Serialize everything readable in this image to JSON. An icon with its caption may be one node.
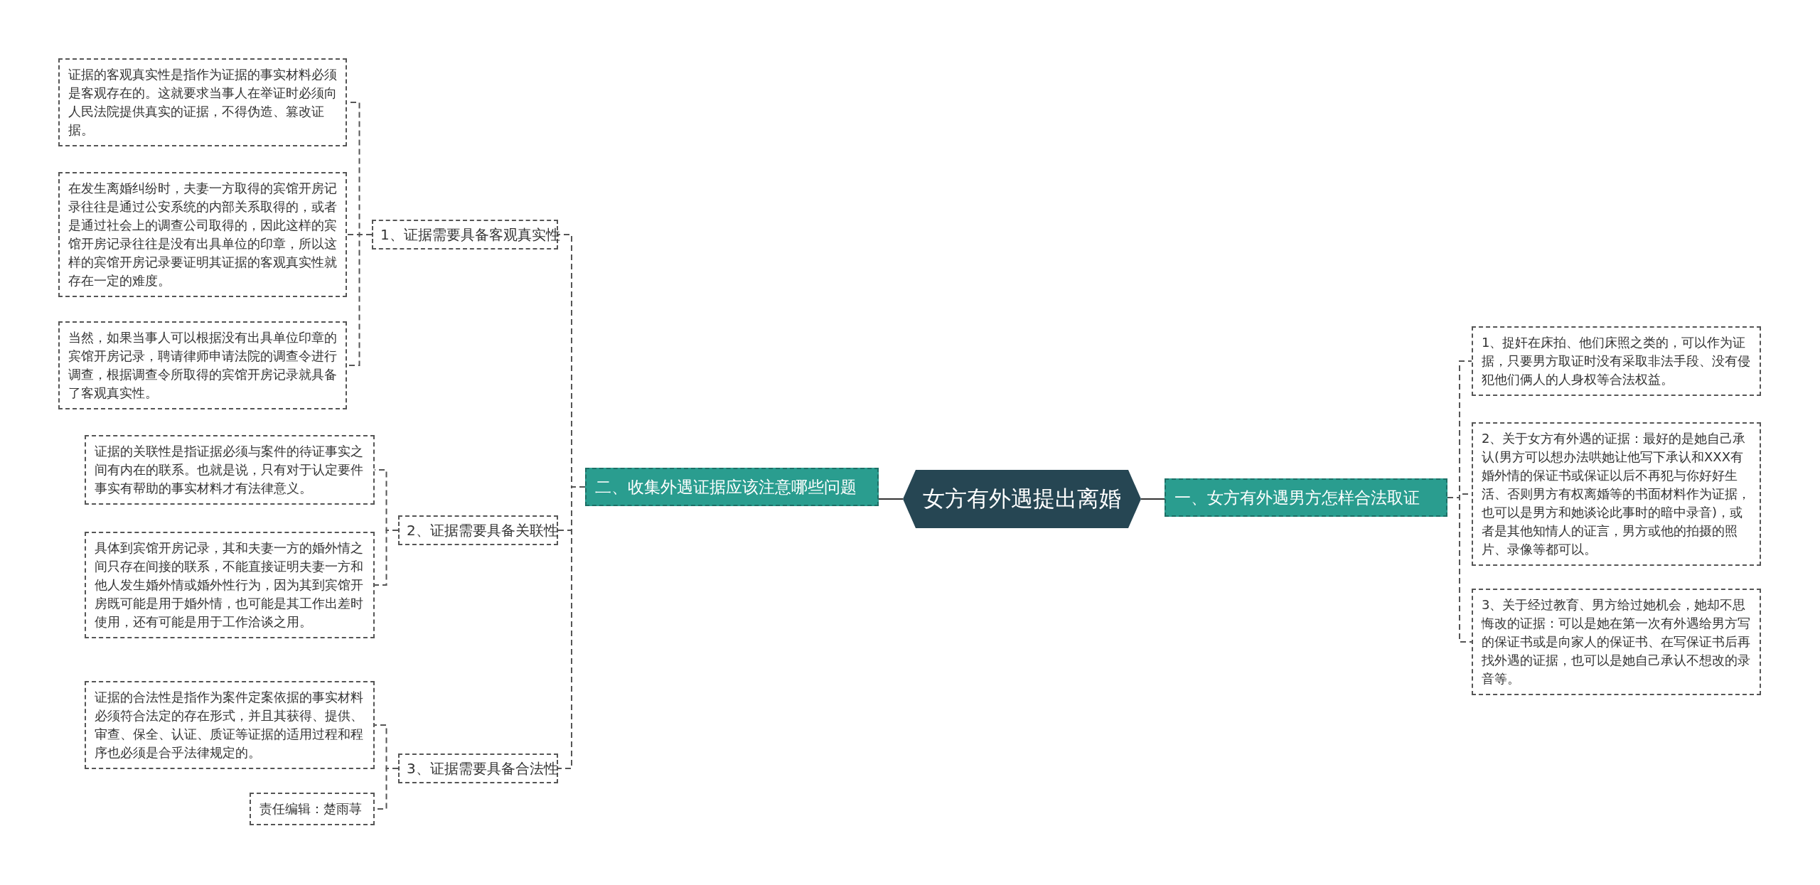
{
  "diagram": {
    "nodes": [
      {
        "text": [
          "女方有外遇提出离婚"
        ]
      },
      {
        "text": [
          "一、女方有外遇男方怎样合法取证"
        ]
      },
      {
        "text": [
          "1、捉奸在床拍、他们床照之类的，可以作为证据，只要男方取证时没有采取非法手段、没有侵犯他们俩人的人身权等合法权益。"
        ]
      },
      {
        "text": [
          "2、关于女方有外遇的证据：最好的是她自己承认(男方可以想办法哄她让他写下承认和XXX有婚外情的保证书或保证以后不再犯与你好好生活、否则男方有权离婚等的书面材料作为证据，也可以是男方和她谈论此事时的暗中录音)，或者是其他知情人的证言，男方或他的拍摄的照片、录像等都可以。"
        ]
      },
      {
        "text": [
          "3、关于经过教育、男方给过她机会，她却不思悔改的证据：可以是她在第一次有外遇给男方写的保证书或是向家人的保证书、在写保证书后再找外遇的证据，也可以是她自己承认不想改的录音等。"
        ]
      },
      {
        "text": [
          "二、收集外遇证据应该注意哪些问题"
        ]
      },
      {
        "text": [
          "1、证据需要具备客观真实性"
        ]
      },
      {
        "text": [
          "证据的客观真实性是指作为证据的事实材料必须是客观存在的。这就要求当事人在举证时必须向人民法院提供真实的证据，不得伪造、篡改证据。"
        ]
      },
      {
        "text": [
          "在发生离婚纠纷时，夫妻一方取得的宾馆开房记录往往是通过公安系统的内部关系取得的，或者是通过社会上的调查公司取得的，因此这样的宾馆开房记录往往是没有出具单位的印章，所以这样的宾馆开房记录要证明其证据的客观真实性就存在一定的难度。"
        ]
      },
      {
        "text": [
          "当然，如果当事人可以根据没有出具单位印章的宾馆开房记录，聘请律师申请法院的调查令进行调查，根据调查令所取得的宾馆开房记录就具备了客观真实性。"
        ]
      },
      {
        "text": [
          "2、证据需要具备关联性"
        ]
      },
      {
        "text": [
          "证据的关联性是指证据必须与案件的待证事实之间有内在的联系。也就是说，只有对于认定要件事实有帮助的事实材料才有法律意义。"
        ]
      },
      {
        "text": [
          "具体到宾馆开房记录，其和夫妻一方的婚外情之间只存在间接的联系，不能直接证明夫妻一方和他人发生婚外情或婚外性行为，因为其到宾馆开房既可能是用于婚外情，也可能是其工作出差时使用，还有可能是用于工作洽谈之用。"
        ]
      },
      {
        "text": [
          "3、证据需要具备合法性"
        ]
      },
      {
        "text": [
          "证据的合法性是指作为案件定案依据的事实材料必须符合法定的存在形式，并且其获得、提供、审查、保全、认证、质证等证据的适用过程和程序也必须是合乎法律规定的。"
        ]
      },
      {
        "text": [
          "责任编辑：楚雨荨"
        ]
      }
    ],
    "edges": [
      {
        "from": 0,
        "to": 1,
        "arrow": "none"
      },
      {
        "from": 1,
        "to": 2,
        "arrow": "none",
        "style": "dashed"
      },
      {
        "from": 1,
        "to": 3,
        "arrow": "none",
        "style": "dashed"
      },
      {
        "from": 1,
        "to": 4,
        "arrow": "none",
        "style": "dashed"
      },
      {
        "from": 0,
        "to": 5,
        "arrow": "none"
      },
      {
        "from": 5,
        "to": 6,
        "arrow": "none",
        "style": "dashed"
      },
      {
        "from": 6,
        "to": 7,
        "arrow": "none",
        "style": "dashed"
      },
      {
        "from": 6,
        "to": 8,
        "arrow": "none",
        "style": "dashed"
      },
      {
        "from": 6,
        "to": 9,
        "arrow": "none",
        "style": "dashed"
      },
      {
        "from": 5,
        "to": 10,
        "arrow": "none",
        "style": "dashed"
      },
      {
        "from": 10,
        "to": 11,
        "arrow": "none",
        "style": "dashed"
      },
      {
        "from": 10,
        "to": 12,
        "arrow": "none",
        "style": "dashed"
      },
      {
        "from": 5,
        "to": 13,
        "arrow": "none",
        "style": "dashed"
      },
      {
        "from": 13,
        "to": 14,
        "arrow": "none",
        "style": "dashed"
      },
      {
        "from": 13,
        "to": 15,
        "arrow": "none",
        "style": "dashed"
      }
    ]
  }
}
